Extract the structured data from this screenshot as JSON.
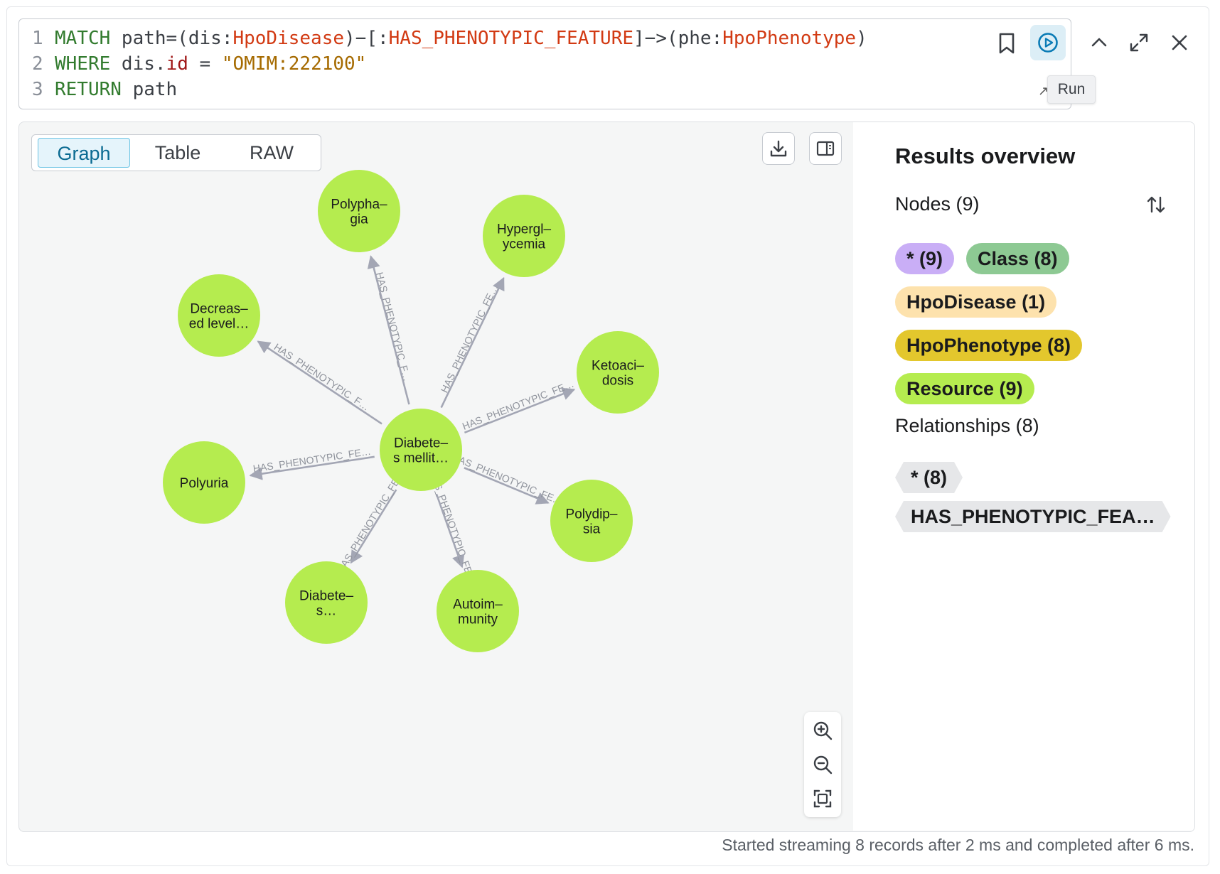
{
  "editor": {
    "lines": [
      {
        "num": "1",
        "kw": "MATCH",
        "path": " path=(dis:",
        "label1": "HpoDisease",
        "mid": ")−[:",
        "label2": "HAS_PHENOTYPIC_FEATURE",
        "mid2": "]−>(phe:",
        "label3": "HpoPhenotype",
        "end": ")"
      },
      {
        "num": "2",
        "kw": "WHERE",
        "pre": " dis",
        "dot": ".",
        "prop": "id",
        "eq": " = ",
        "str": "\"OMIM:222100\""
      },
      {
        "num": "3",
        "kw": "RETURN",
        "rest": " path"
      }
    ],
    "run_tooltip": "Run",
    "icons": {
      "bookmark": "bookmark-icon",
      "run": "play-circle-icon",
      "collapse": "chevron-up-icon",
      "expand": "expand-icon",
      "close": "close-icon"
    }
  },
  "tabs": [
    {
      "label": "Graph",
      "active": true
    },
    {
      "label": "Table",
      "active": false
    },
    {
      "label": "RAW",
      "active": false
    }
  ],
  "graph": {
    "node_color": "#b5ec4f",
    "edge_color": "#a3a6b4",
    "center": {
      "label": [
        "Diabete–",
        "s mellit…"
      ]
    },
    "edge_label": "HAS_PHENOTYPIC_FE…",
    "nodes": [
      {
        "label": [
          "Polypha–",
          "gia"
        ],
        "edge_label": "HAS_PHENOTYPIC_F…"
      },
      {
        "label": [
          "Hypergl–",
          "ycemia"
        ],
        "edge_label": "HAS_PHENOTYPIC_FE…"
      },
      {
        "label": [
          "Ketoaci–",
          "dosis"
        ],
        "edge_label": "HAS_PHENOTYPIC_FE…"
      },
      {
        "label": [
          "Polydip–",
          "sia"
        ],
        "edge_label": "HAS_PHENOTYPIC_FE…"
      },
      {
        "label": [
          "Autoim–",
          "munity"
        ],
        "edge_label": "HAS_PHENOTYPIC_FE…"
      },
      {
        "label": [
          "Diabete–",
          "s…"
        ],
        "edge_label": "HAS_PHENOTYPIC_FE…"
      },
      {
        "label": [
          "Polyuria"
        ],
        "edge_label": "HAS_PHENOTYPIC_FE…"
      },
      {
        "label": [
          "Decreas–",
          "ed level…"
        ],
        "edge_label": "HAS_PHENOTYPIC_F…"
      }
    ]
  },
  "overview": {
    "title": "Results overview",
    "nodes_heading": "Nodes (9)",
    "node_pills": [
      {
        "label": "* (9)",
        "color": "#c9aef6"
      },
      {
        "label": "Class (8)",
        "color": "#8dc993"
      },
      {
        "label": "HpoDisease (1)",
        "color": "#fde2ad"
      },
      {
        "label": "HpoPhenotype (8)",
        "color": "#e3c72d"
      },
      {
        "label": "Resource (9)",
        "color": "#b5ec4f"
      }
    ],
    "rels_heading": "Relationships (8)",
    "rel_tags": [
      {
        "label": "* (8)"
      },
      {
        "label": "HAS_PHENOTYPIC_FEA…"
      }
    ]
  },
  "status": "Started streaming 8 records after 2 ms and completed after 6 ms."
}
